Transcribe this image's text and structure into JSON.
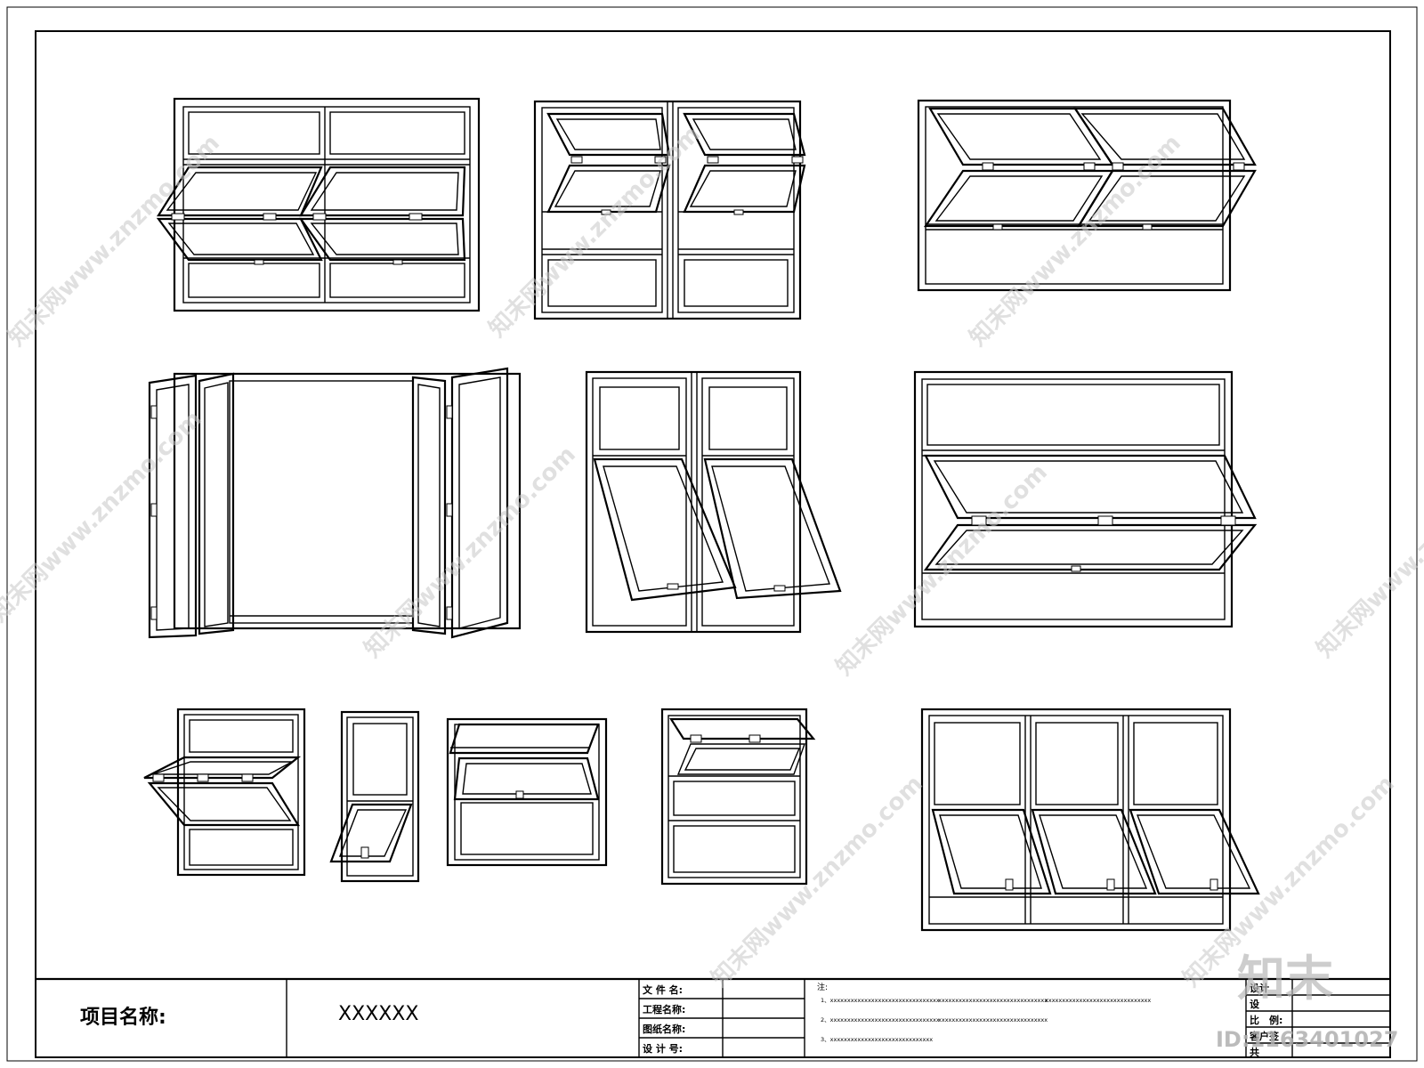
{
  "title_block": {
    "project_label": "项目名称:",
    "project_value": "XXXXXX",
    "fields": [
      "文 件 名:",
      "工程名称:",
      "图纸名称:",
      "设 计 号:"
    ],
    "notes_label": "注:",
    "notes": [
      "1、xxxxxxxxxxxxxxxxxxxxxxxxxxxxxxxx",
      "xxxxxxxxxxxxxxxxxxxxxxxxxxxxxxxx",
      "xxxxxxxxxxxxxxxxxxxxxxxxxxxxxxx",
      "2、xxxxxxxxxxxxxxxxxxxxxxxxxxxxxxxx",
      "xxxxxxxxxxxxxxxxxxxxxxxxxxxxxxxx",
      "3、xxxxxxxxxxxxxxxxxxxxxxxxxxxxxx"
    ],
    "right_fields": [
      "设计",
      "设",
      "比　例:",
      "客户签",
      "共"
    ]
  },
  "watermarks": {
    "site_text": "知末网www.znzmo.com",
    "logo_text": "知末",
    "id_text": "ID:1163401027"
  }
}
